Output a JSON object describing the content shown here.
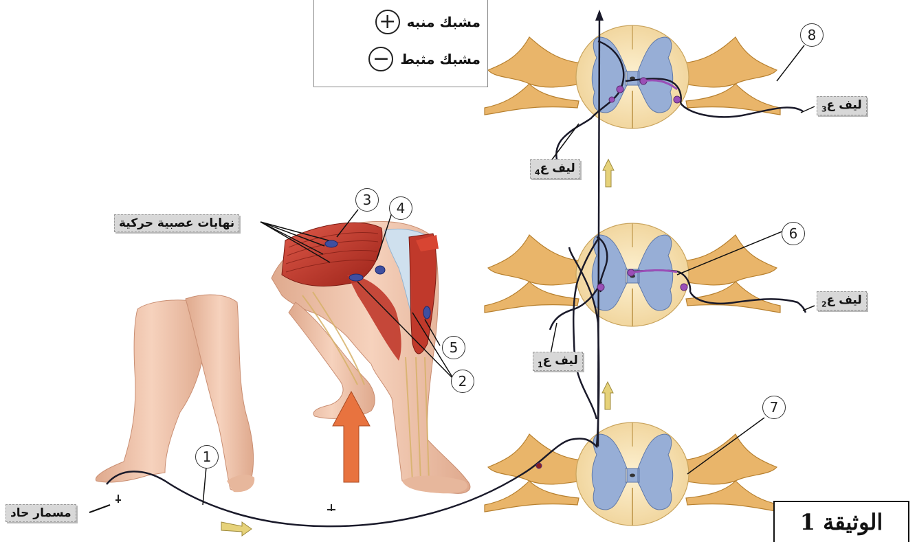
{
  "legend": {
    "excitatory": {
      "symbol": "+",
      "label": "مشبك منبه"
    },
    "inhibitory": {
      "symbol": "−",
      "label": "مشبك مثبط"
    }
  },
  "labels": {
    "motor_endings": "نهايات عصبية حركية",
    "sharp_nail": "مسمار حاد",
    "fiber_prefix": "ليف ع",
    "fiber_1": "1",
    "fiber_2": "2",
    "fiber_3": "3",
    "fiber_4": "4",
    "document": "الوثيقة 1"
  },
  "numbers": [
    "1",
    "2",
    "3",
    "4",
    "5",
    "6",
    "7",
    "8"
  ],
  "colors": {
    "skin": "#f1c7b0",
    "skin_shadow": "#dba58a",
    "white_matter": "#f7e2b0",
    "grey_matter": "#97aed6",
    "nerve": "#e9b56a",
    "muscle": "#c0392b",
    "tendon": "#cfe0ee",
    "arrow_up": "#e8733f",
    "arrow_small": "#e6d27a",
    "synapse": "#9a4fb7"
  }
}
